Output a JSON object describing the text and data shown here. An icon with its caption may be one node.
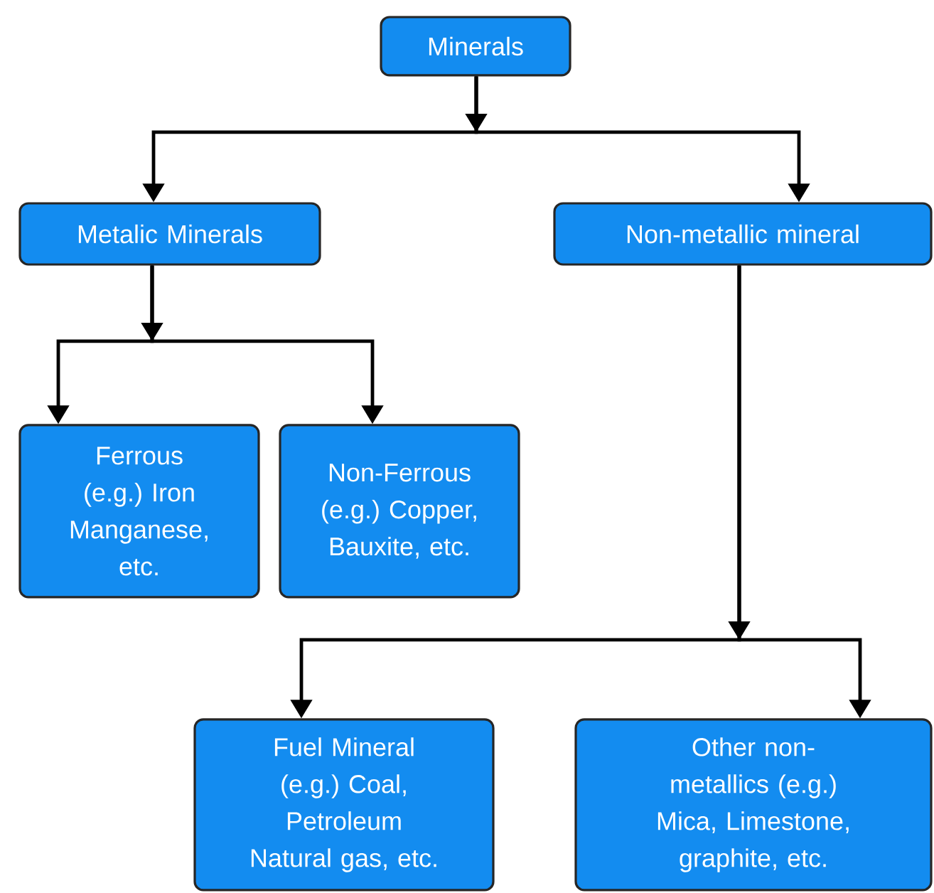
{
  "diagram": {
    "nodes": [
      {
        "text": [
          "Minerals"
        ]
      },
      {
        "text": [
          "Metalic Minerals"
        ]
      },
      {
        "text": [
          "Non-metallic mineral"
        ]
      },
      {
        "text": [
          "Ferrous (e.g.) Iron Manganese, etc."
        ]
      },
      {
        "text": [
          "Non-Ferrous (e.g.) Copper, Bauxite, etc."
        ]
      },
      {
        "text": [
          "Fuel Mineral (e.g.) Coal, Petroleum Natural gas, etc."
        ]
      },
      {
        "text": [
          "Other non-metallics (e.g.) Mica, Limestone, graphite, etc."
        ]
      }
    ],
    "edges": [
      {
        "from": 0,
        "to": 1,
        "arrow": "to"
      },
      {
        "from": 0,
        "to": 2,
        "arrow": "to"
      },
      {
        "from": 1,
        "to": 3,
        "arrow": "to"
      },
      {
        "from": 1,
        "to": 4,
        "arrow": "to"
      },
      {
        "from": 2,
        "to": 5,
        "arrow": "to"
      },
      {
        "from": 2,
        "to": 6,
        "arrow": "to"
      }
    ]
  }
}
